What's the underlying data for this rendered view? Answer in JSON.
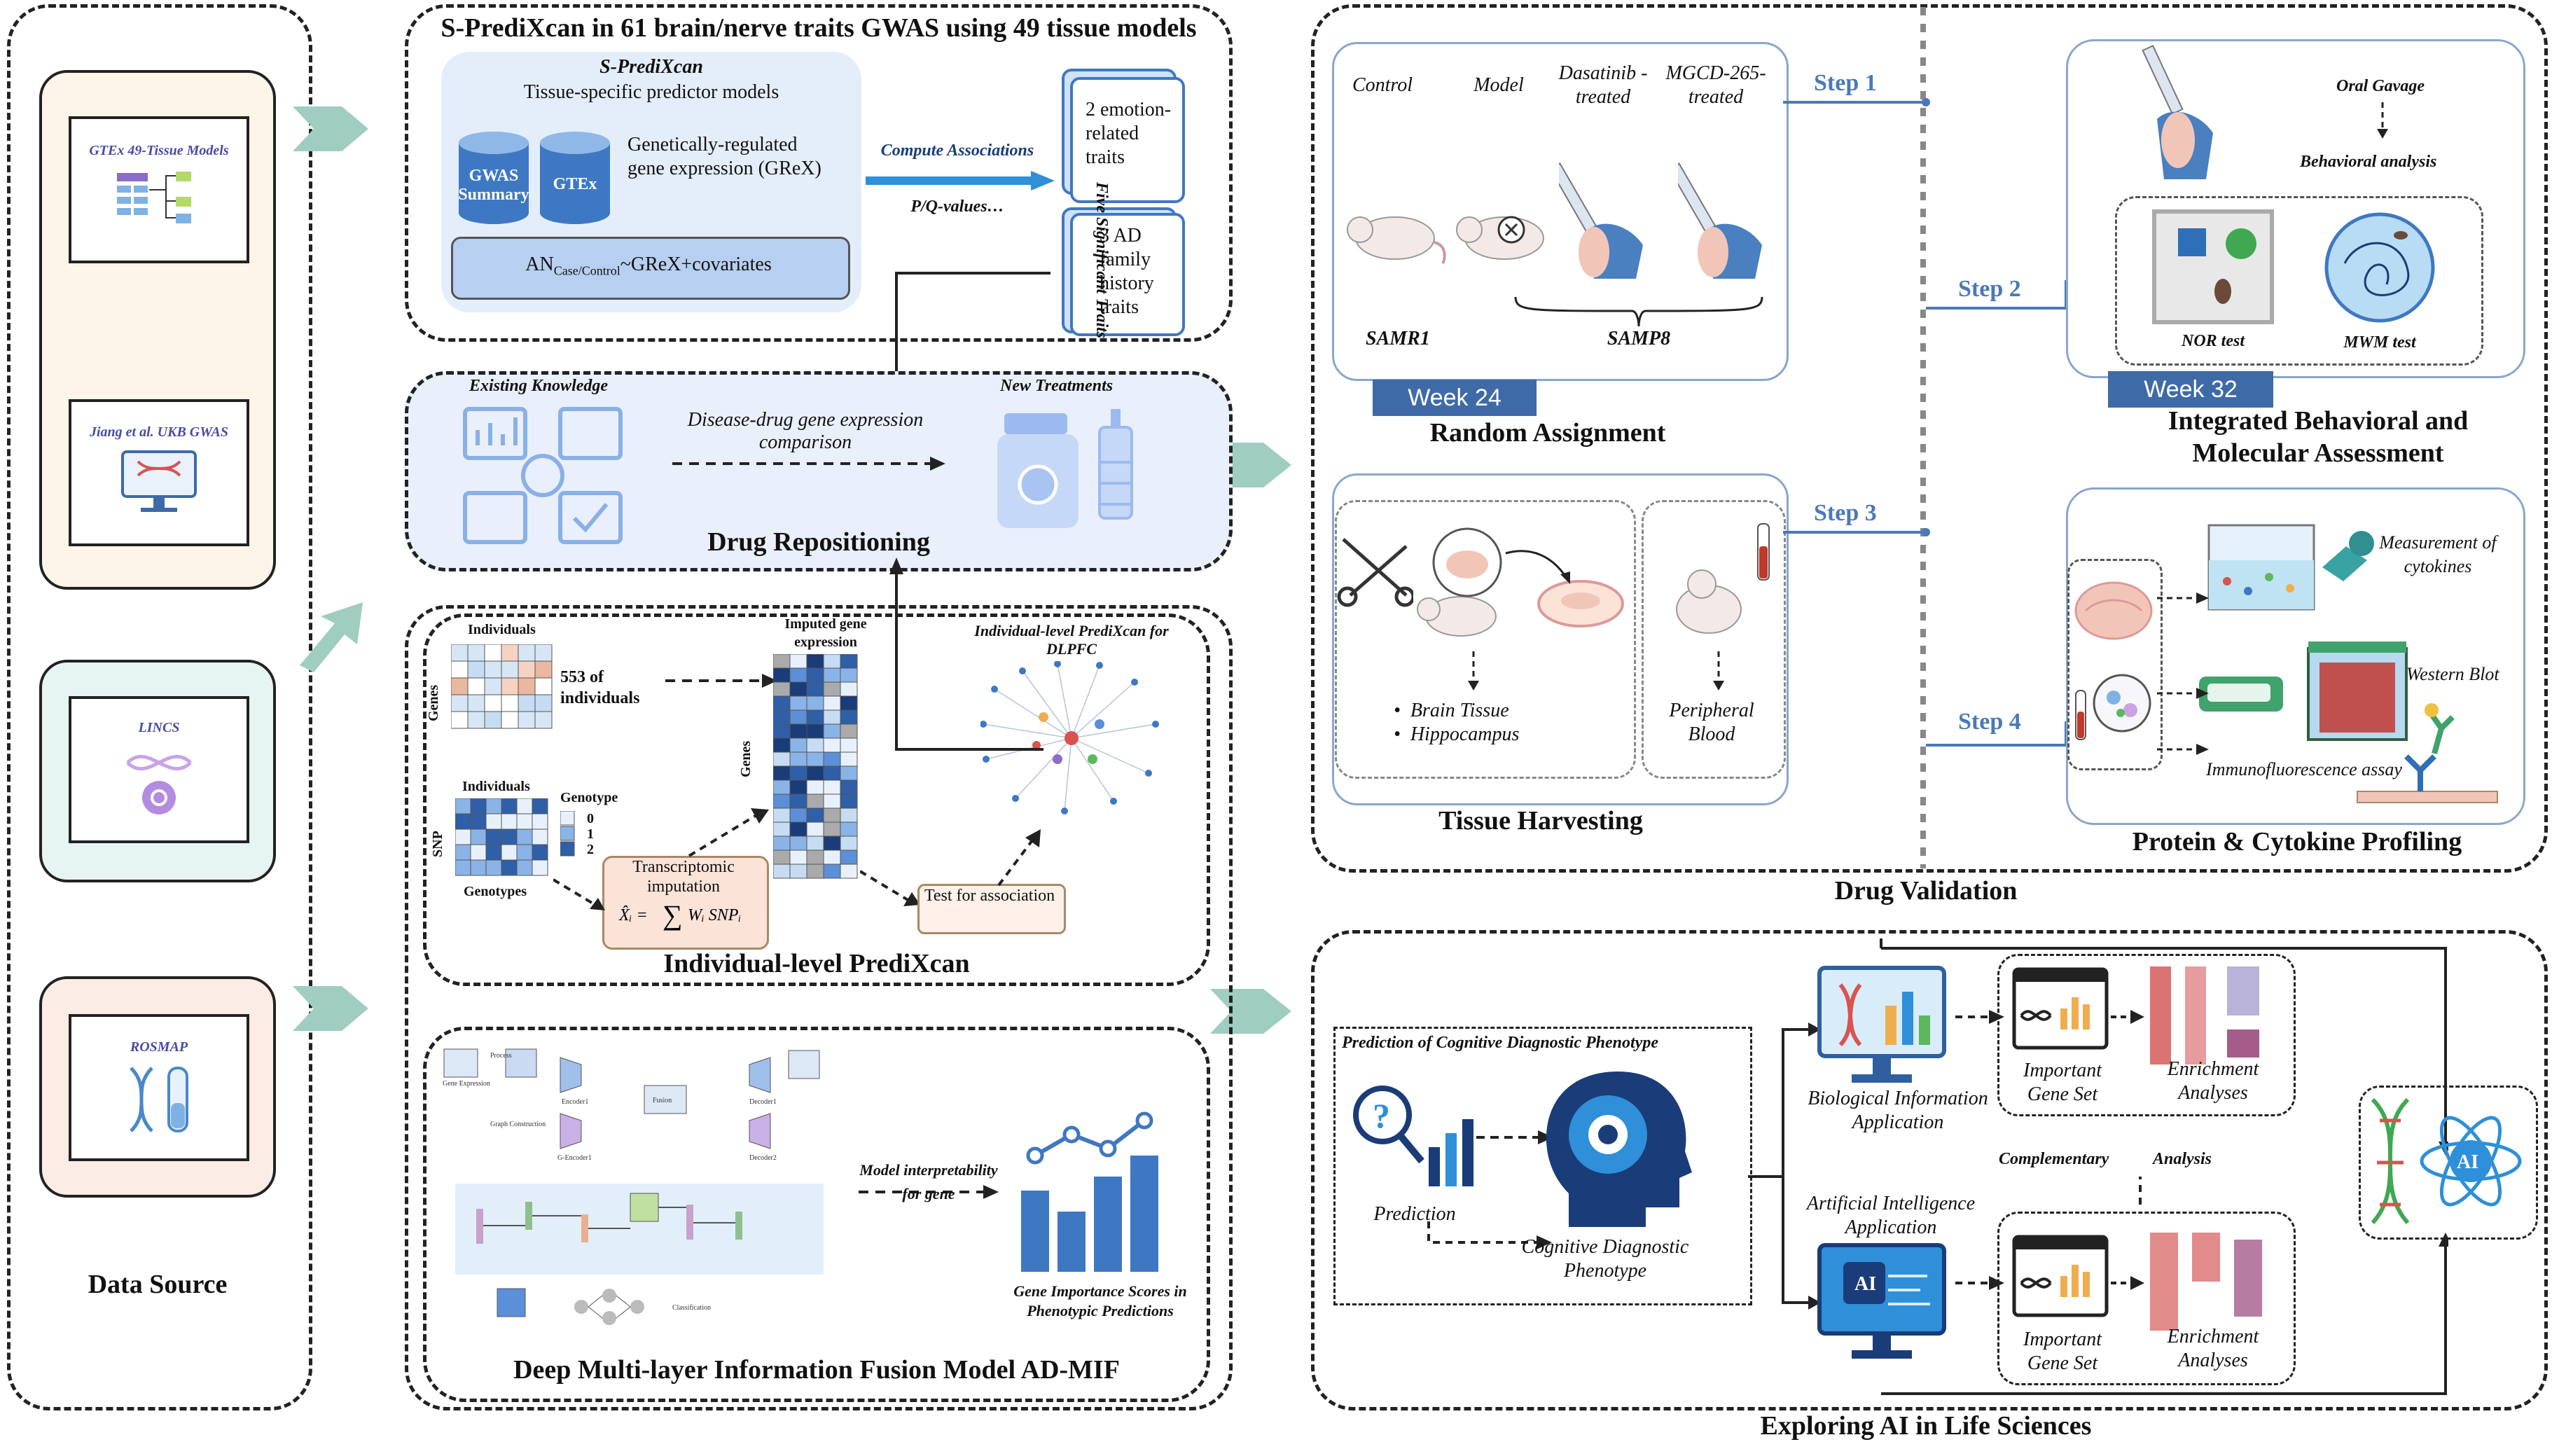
{
  "data_source": {
    "title": "Data Source",
    "cards": [
      {
        "label": "GTEx 49-Tissue Models",
        "icon": "tissue-table-icon"
      },
      {
        "label": "Jiang et al. UKB GWAS",
        "icon": "monitor-dna-icon"
      },
      {
        "label": "LINCS",
        "icon": "dna-helix-icon"
      },
      {
        "label": "ROSMAP",
        "icon": "dna-testtube-icon"
      }
    ]
  },
  "s_predixcan": {
    "title": "S-PrediXcan in 61 brain/nerve traits GWAS using 49 tissue models",
    "inner_title": "S-PrediXcan",
    "inner_subtitle": "Tissue-specific predictor models",
    "db1": "GWAS Summary",
    "db2": "GTEx",
    "grex": "Genetically-regulated gene expression (GReX)",
    "formula_prefix": "AN",
    "formula_sub": "Case/Control",
    "formula_suffix": "~GReX+covariates",
    "compute": "Compute Associations",
    "pq": "P/Q-values…",
    "trait1": "2 emotion-related traits",
    "trait2": "3 AD family history traits",
    "vertical": "Five Significant Traits"
  },
  "drug_repositioning": {
    "title": "Drug Repositioning",
    "existing": "Existing Knowledge",
    "comparison": "Disease-drug gene expression comparison",
    "new_treatments": "New Treatments"
  },
  "individual_predixcan": {
    "title": "Individual-level PrediXcan",
    "individuals": "Individuals",
    "genes": "Genes",
    "n_individuals": "553 of individuals",
    "imputed": "Imputed gene expression",
    "genes_right": "Genes",
    "network_title": "Individual-level PrediXcan for DLPFC",
    "snp_individuals": "Individuals",
    "snp": "SNP",
    "genotype": "Genotype",
    "genotype_vals": [
      "0",
      "1",
      "2"
    ],
    "genotypes": "Genotypes",
    "imputation": "Transcriptomic imputation",
    "test": "Test for association"
  },
  "admif": {
    "title": "Deep Multi-layer Information Fusion Model AD-MIF",
    "interp": "Model interpretability for gene",
    "scores": "Gene Importance Scores in Phenotypic Predictions",
    "labels": [
      "Gene Expression",
      "Process",
      "Graph Construction",
      "Encoder1",
      "G-Encoder1",
      "Fusion",
      "Decoder1",
      "Decoder2",
      "Classification"
    ]
  },
  "drug_validation": {
    "title": "Drug Validation",
    "groups": [
      "Control",
      "Model",
      "Dasatinib -treated",
      "MGCD-265-treated"
    ],
    "samr1": "SAMR1",
    "samp8": "SAMP8",
    "week24": "Week 24",
    "random": "Random Assignment",
    "step1": "Step 1",
    "step2": "Step 2",
    "step3": "Step 3",
    "step4": "Step 4",
    "oral": "Oral Gavage",
    "behavioral": "Behavioral analysis",
    "nor": "NOR test",
    "mwm": "MWM test",
    "week32": "Week 32",
    "integrated": "Integrated Behavioral and Molecular Assessment",
    "brain_tissue": "Brain Tissue",
    "hippocampus": "Hippocampus",
    "peripheral": "Peripheral Blood",
    "tissue_harvest": "Tissue Harvesting",
    "cytokines": "Measurement of cytokines",
    "western": "Western Blot",
    "immuno": "Immunofluorescence assay",
    "protein": "Protein & Cytokine Profiling"
  },
  "ai": {
    "title": "Exploring AI in Life Sciences",
    "prediction_title": "Prediction of Cognitive Diagnostic Phenotype",
    "prediction": "Prediction",
    "phenotype": "Cognitive Diagnostic Phenotype",
    "bio_app": "Biological Information Application",
    "ai_app": "Artificial Intelligence Application",
    "important1": "Important Gene Set",
    "enrich1": "Enrichment Analyses",
    "important2": "Important Gene Set",
    "enrich2": "Enrichment Analyses",
    "complementary": "Complementary",
    "analysis": "Analysis",
    "ai_badge": "AI",
    "ai_chip": "AI"
  },
  "colors": {
    "accent": "#3f6aa8",
    "arrow": "#8fbdb0",
    "card1": "#fdf5e8",
    "card3": "#e6f5f2",
    "card4": "#fbece6"
  }
}
